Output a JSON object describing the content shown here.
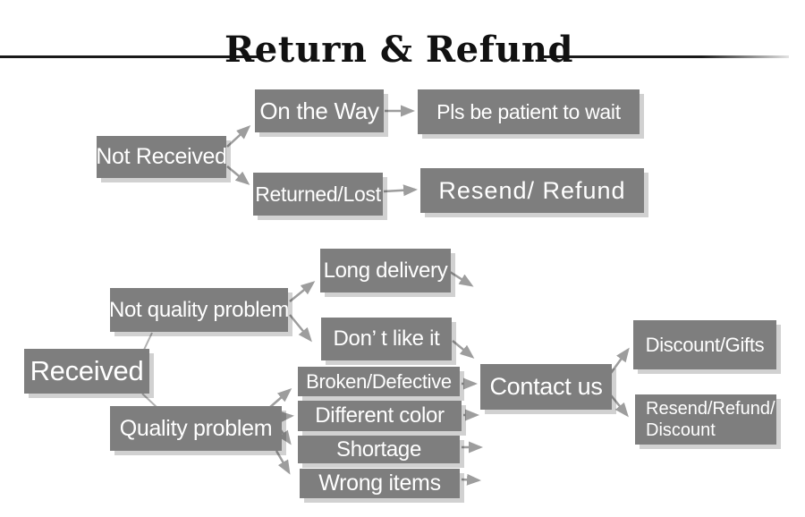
{
  "title": "Return & Refund",
  "colors": {
    "box_gray": "#7e7e7e",
    "box_text": "#ffffff",
    "arrow_gray": "#9d9d9d",
    "connector_gray": "#b0b0b0",
    "title_color": "#111111",
    "rule_color": "#1a1a1a",
    "background": "#ffffff"
  },
  "flow_not_received": {
    "root": "Not Received",
    "on_the_way": "On the Way",
    "pls_wait": "Pls be patient to wait",
    "returned_lost": "Returned/Lost",
    "resend_refund": "Resend/ Refund"
  },
  "flow_received": {
    "root": "Received",
    "not_quality_problem": "Not quality problem",
    "long_delivery": "Long delivery",
    "dont_like_it": "Don’ t like it",
    "quality_problem": "Quality problem",
    "broken_defective": "Broken/Defective",
    "different_color": "Different color",
    "shortage": "Shortage",
    "wrong_items": "Wrong items",
    "contact_us": "Contact us",
    "discount_gifts": "Discount/Gifts",
    "resend_refund_discount_line1": "Resend/Refund/",
    "resend_refund_discount_line2": "Discount"
  }
}
